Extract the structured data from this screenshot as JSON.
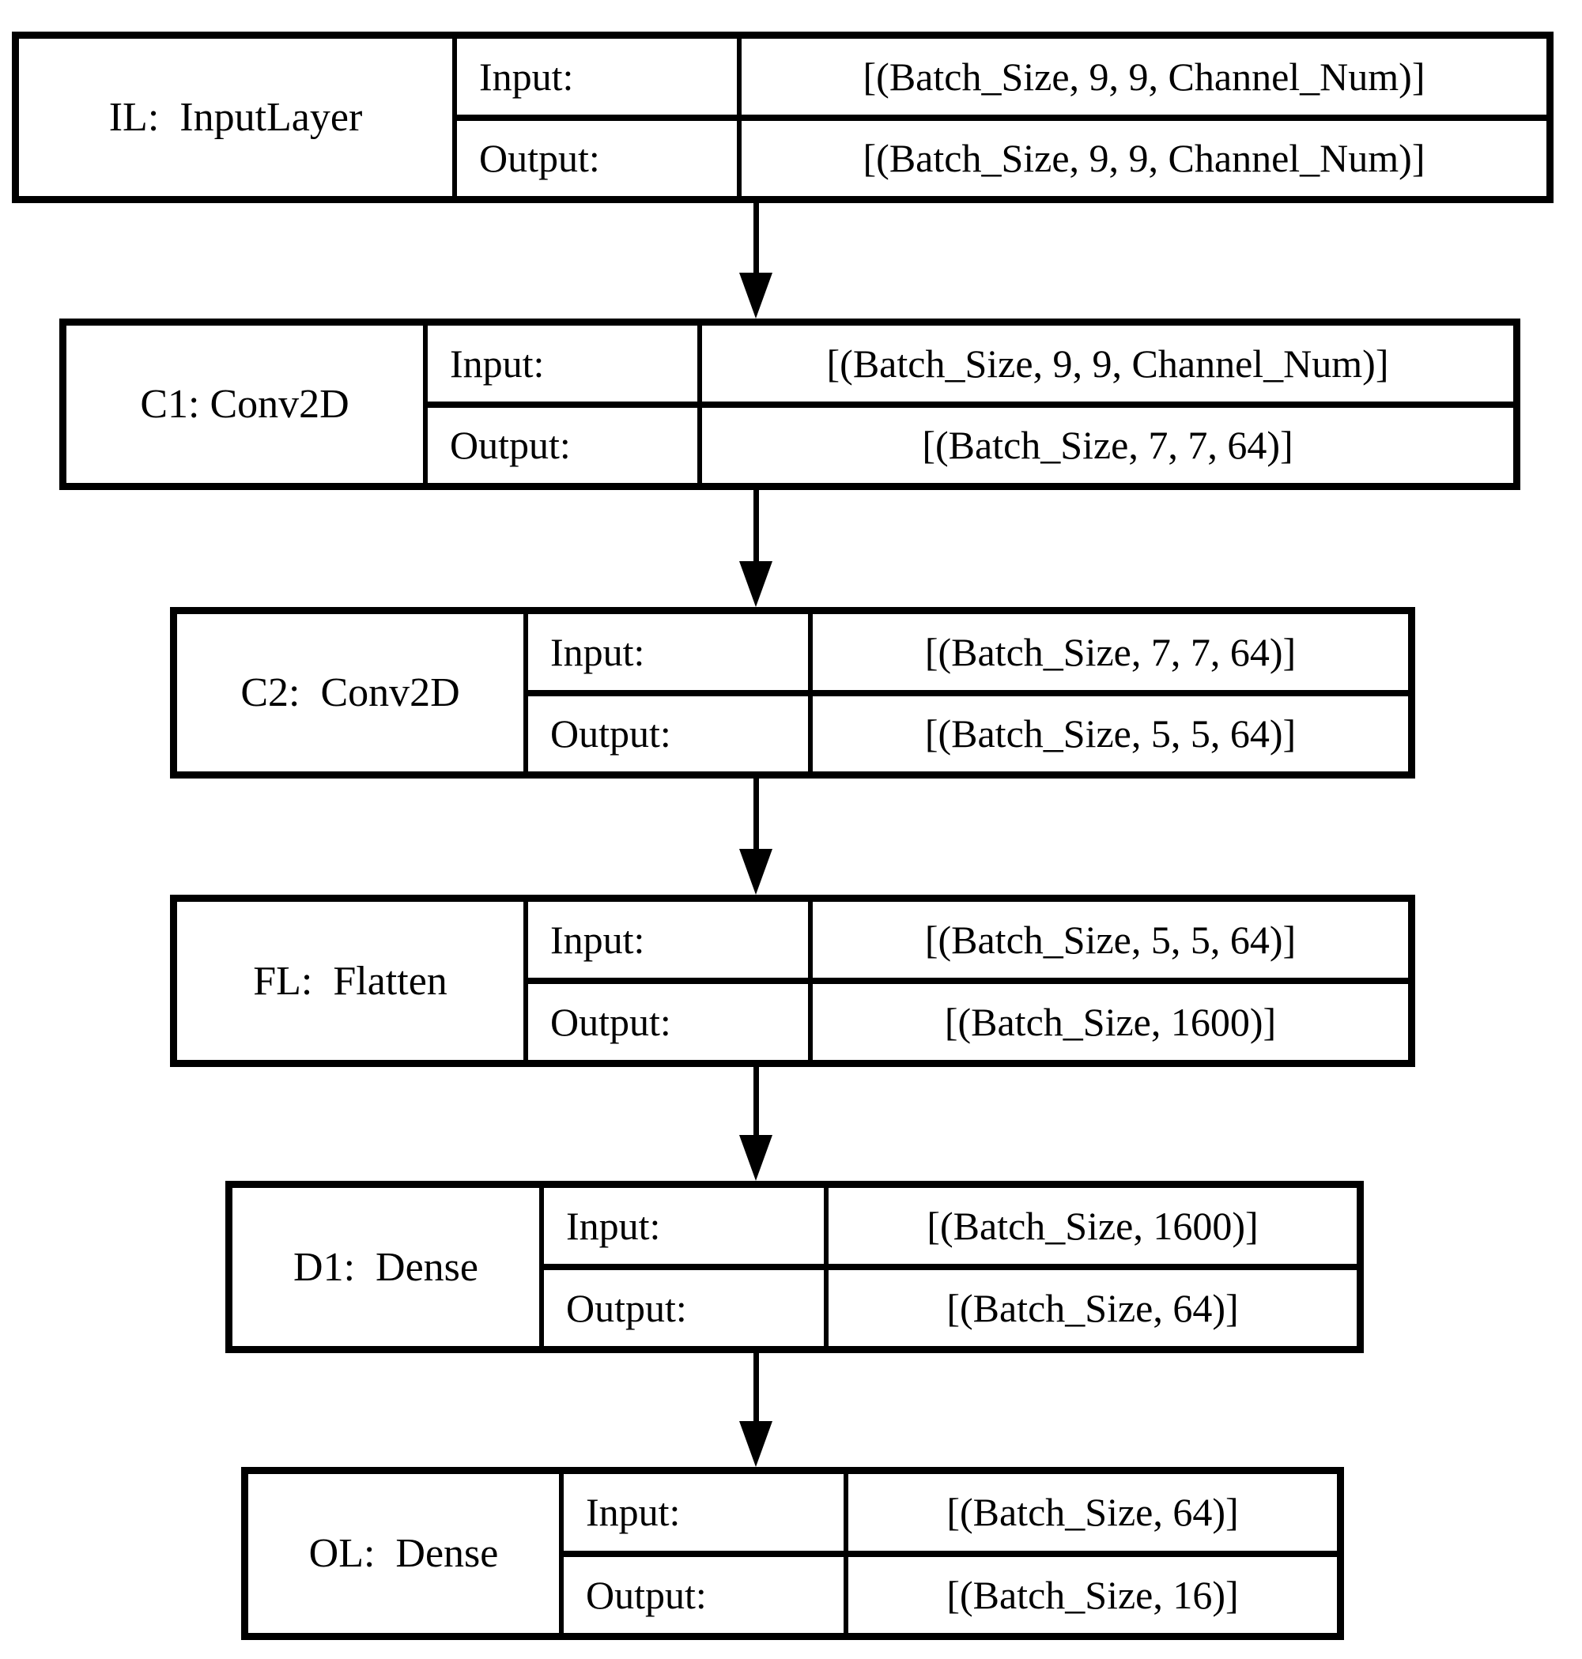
{
  "colors": {
    "border": "#000000",
    "background": "#ffffff",
    "text": "#000000"
  },
  "layers": [
    {
      "name": "IL:  InputLayer",
      "input_label": "Input:",
      "output_label": "Output:",
      "input_shape": "[(Batch_Size, 9, 9, Channel_Num)]",
      "output_shape": "[(Batch_Size, 9, 9, Channel_Num)]"
    },
    {
      "name": "C1: Conv2D",
      "input_label": "Input:",
      "output_label": "Output:",
      "input_shape": "[(Batch_Size, 9, 9, Channel_Num)]",
      "output_shape": "[(Batch_Size, 7, 7, 64)]"
    },
    {
      "name": "C2:  Conv2D",
      "input_label": "Input:",
      "output_label": "Output:",
      "input_shape": "[(Batch_Size, 7, 7, 64)]",
      "output_shape": "[(Batch_Size, 5, 5, 64)]"
    },
    {
      "name": "FL:  Flatten",
      "input_label": "Input:",
      "output_label": "Output:",
      "input_shape": "[(Batch_Size, 5, 5, 64)]",
      "output_shape": "[(Batch_Size, 1600)]"
    },
    {
      "name": "D1:  Dense",
      "input_label": "Input:",
      "output_label": "Output:",
      "input_shape": "[(Batch_Size, 1600)]",
      "output_shape": "[(Batch_Size, 64)]"
    },
    {
      "name": "OL:  Dense",
      "input_label": "Input:",
      "output_label": "Output:",
      "input_shape": "[(Batch_Size, 64)]",
      "output_shape": "[(Batch_Size, 16)]"
    }
  ]
}
